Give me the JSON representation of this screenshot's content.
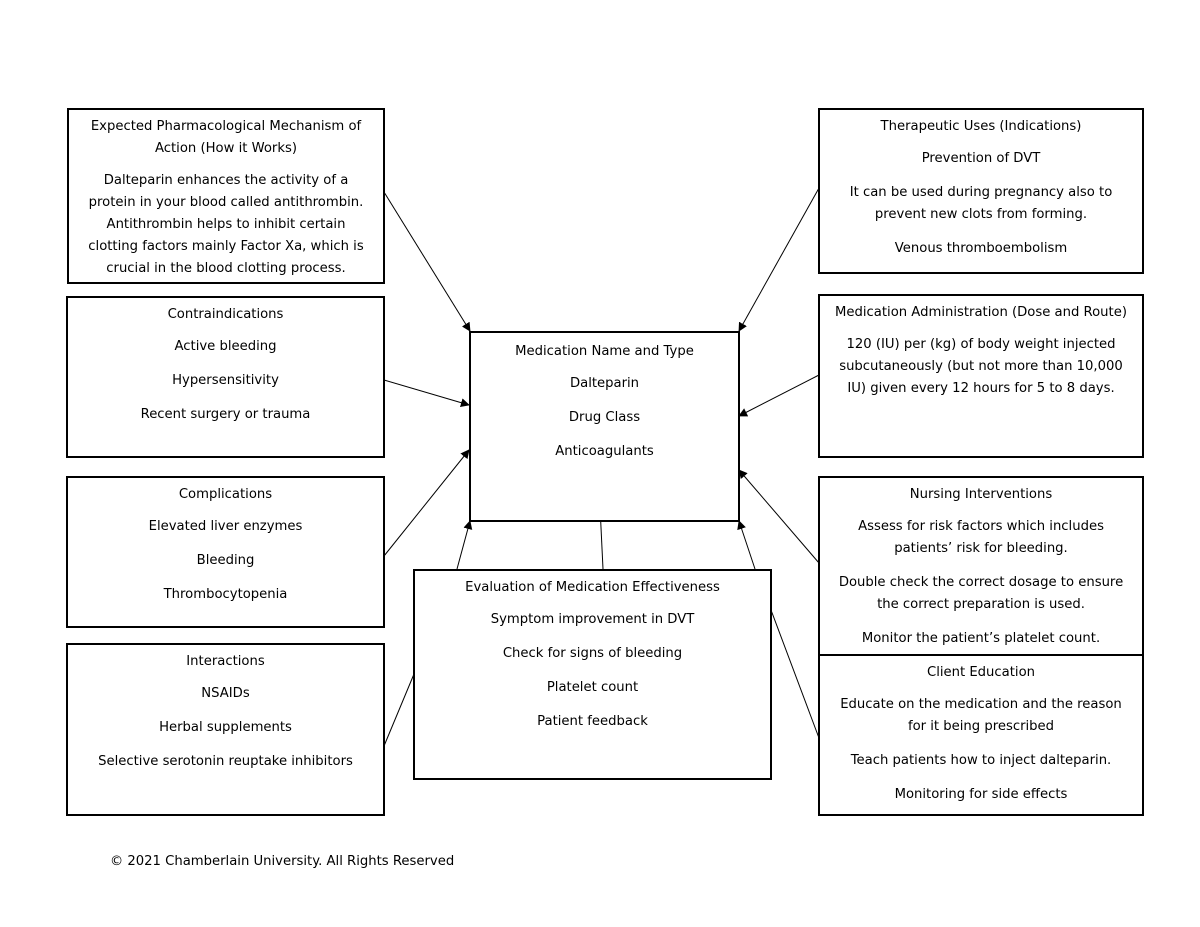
{
  "mechanism": {
    "title": "Expected Pharmacological Mechanism of Action (How it Works)",
    "body": "Dalteparin enhances the activity of a protein in your blood called antithrombin. Antithrombin helps to inhibit certain clotting factors mainly Factor Xa, which is crucial in the blood clotting process."
  },
  "uses": {
    "title": "Therapeutic Uses (Indications)",
    "items": [
      "Prevention of DVT",
      "It can be used during pregnancy also to prevent new clots from forming.",
      "Venous thromboembolism"
    ]
  },
  "contraindications": {
    "title": "Contraindications",
    "items": [
      "Active bleeding",
      "Hypersensitivity",
      "Recent surgery or trauma"
    ]
  },
  "center": {
    "title": "Medication Name and Type",
    "name": "Dalteparin",
    "class_label": "Drug Class",
    "class_value": "Anticoagulants"
  },
  "administration": {
    "title": "Medication Administration (Dose and Route)",
    "body": "120 (IU) per (kg) of body weight injected subcutaneously (but not more than 10,000 IU) given every 12 hours for 5 to 8 days."
  },
  "complications": {
    "title": "Complications",
    "items": [
      "Elevated liver enzymes",
      "Bleeding",
      "Thrombocytopenia"
    ]
  },
  "evaluation": {
    "title": "Evaluation of Medication Effectiveness",
    "items": [
      "Symptom improvement in DVT",
      "Check for signs of bleeding",
      "Platelet count",
      "Patient feedback"
    ]
  },
  "nursing": {
    "title": "Nursing Interventions",
    "items": [
      "Assess for risk factors which includes patients’ risk for bleeding.",
      "Double check the correct dosage to ensure the correct preparation is used.",
      "Monitor the patient’s platelet count."
    ]
  },
  "interactions": {
    "title": "Interactions",
    "items": [
      "NSAIDs",
      "Herbal supplements",
      "Selective serotonin reuptake inhibitors"
    ]
  },
  "education": {
    "title": "Client Education",
    "items": [
      "Educate on the medication and the reason for it being prescribed",
      "Teach patients how to inject dalteparin.",
      "Monitoring for side effects"
    ]
  },
  "footer": {
    "copyright": "© 2021 Chamberlain University. All Rights Reserved"
  },
  "colors": {
    "stroke": "#000000",
    "background": "#ffffff"
  }
}
